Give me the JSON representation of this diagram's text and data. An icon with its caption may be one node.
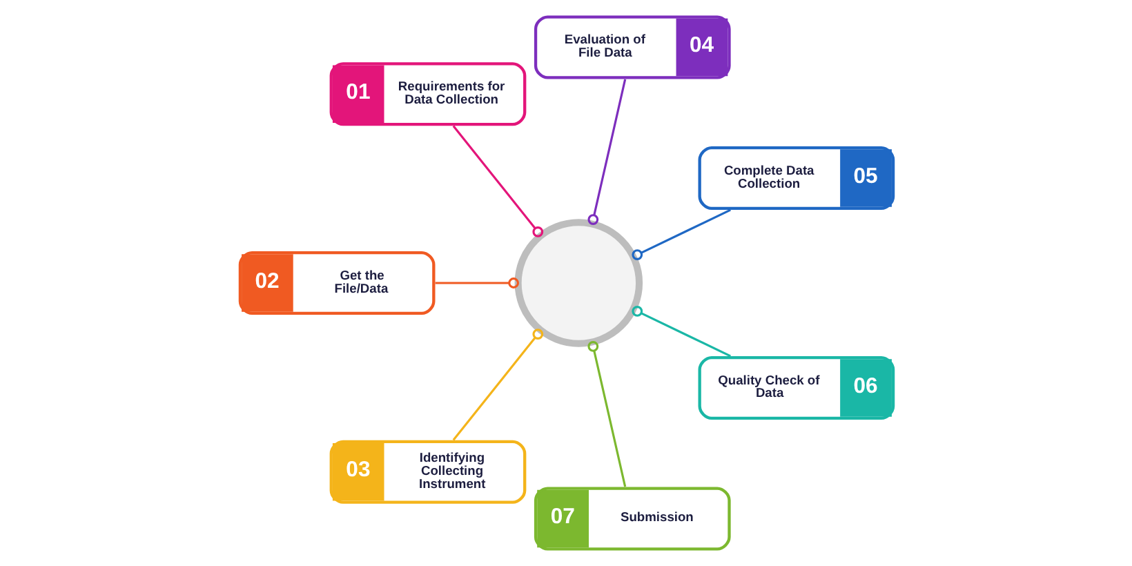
{
  "diagram": {
    "nodes": [
      {
        "text": [],
        "shape": "circle"
      },
      {
        "text": [
          "01",
          "Requirements for Data Collection"
        ]
      },
      {
        "text": [
          "02",
          "Get the File/Data"
        ]
      },
      {
        "text": [
          "03",
          "Identifying Collecting Instrument"
        ]
      },
      {
        "text": [
          "Evaluation of File Data",
          "04"
        ]
      },
      {
        "text": [
          "Complete Data Collection",
          "05"
        ]
      },
      {
        "text": [
          "Quality Check of Data",
          "06"
        ]
      },
      {
        "text": [
          "07",
          "Submission"
        ]
      }
    ],
    "edges": [
      {
        "from": 0,
        "to": 1,
        "arrow": "other",
        "color": "#e3157a"
      },
      {
        "from": 0,
        "to": 2,
        "arrow": "other",
        "color": "#f05a22"
      },
      {
        "from": 0,
        "to": 3,
        "arrow": "other",
        "color": "#f4b41a"
      },
      {
        "from": 0,
        "to": 4,
        "arrow": "other",
        "color": "#7d2ebd"
      },
      {
        "from": 0,
        "to": 5,
        "arrow": "other",
        "color": "#1f68c4"
      },
      {
        "from": 0,
        "to": 6,
        "arrow": "other",
        "color": "#1ab7a6"
      },
      {
        "from": 0,
        "to": 7,
        "arrow": "other",
        "color": "#7cb82f"
      }
    ]
  }
}
